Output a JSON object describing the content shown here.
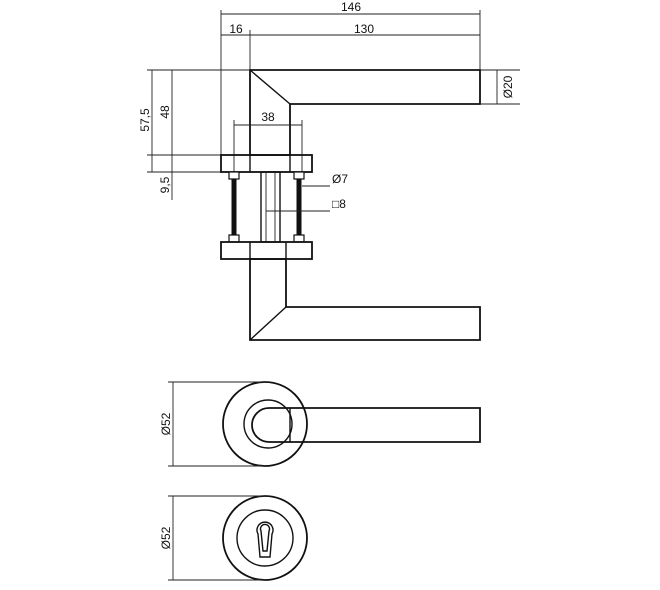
{
  "dimensions": {
    "overall_length": "146",
    "rose_offset": "16",
    "lever_length": "130",
    "lever_diameter": "Ø20",
    "height_total": "57,5",
    "height_lever": "48",
    "rose_thickness": "9,5",
    "spindle_spacing": "38",
    "screw_diameter": "Ø7",
    "spindle_square": "□8",
    "rose_diameter_lever": "Ø52",
    "rose_diameter_escutcheon": "Ø52"
  }
}
